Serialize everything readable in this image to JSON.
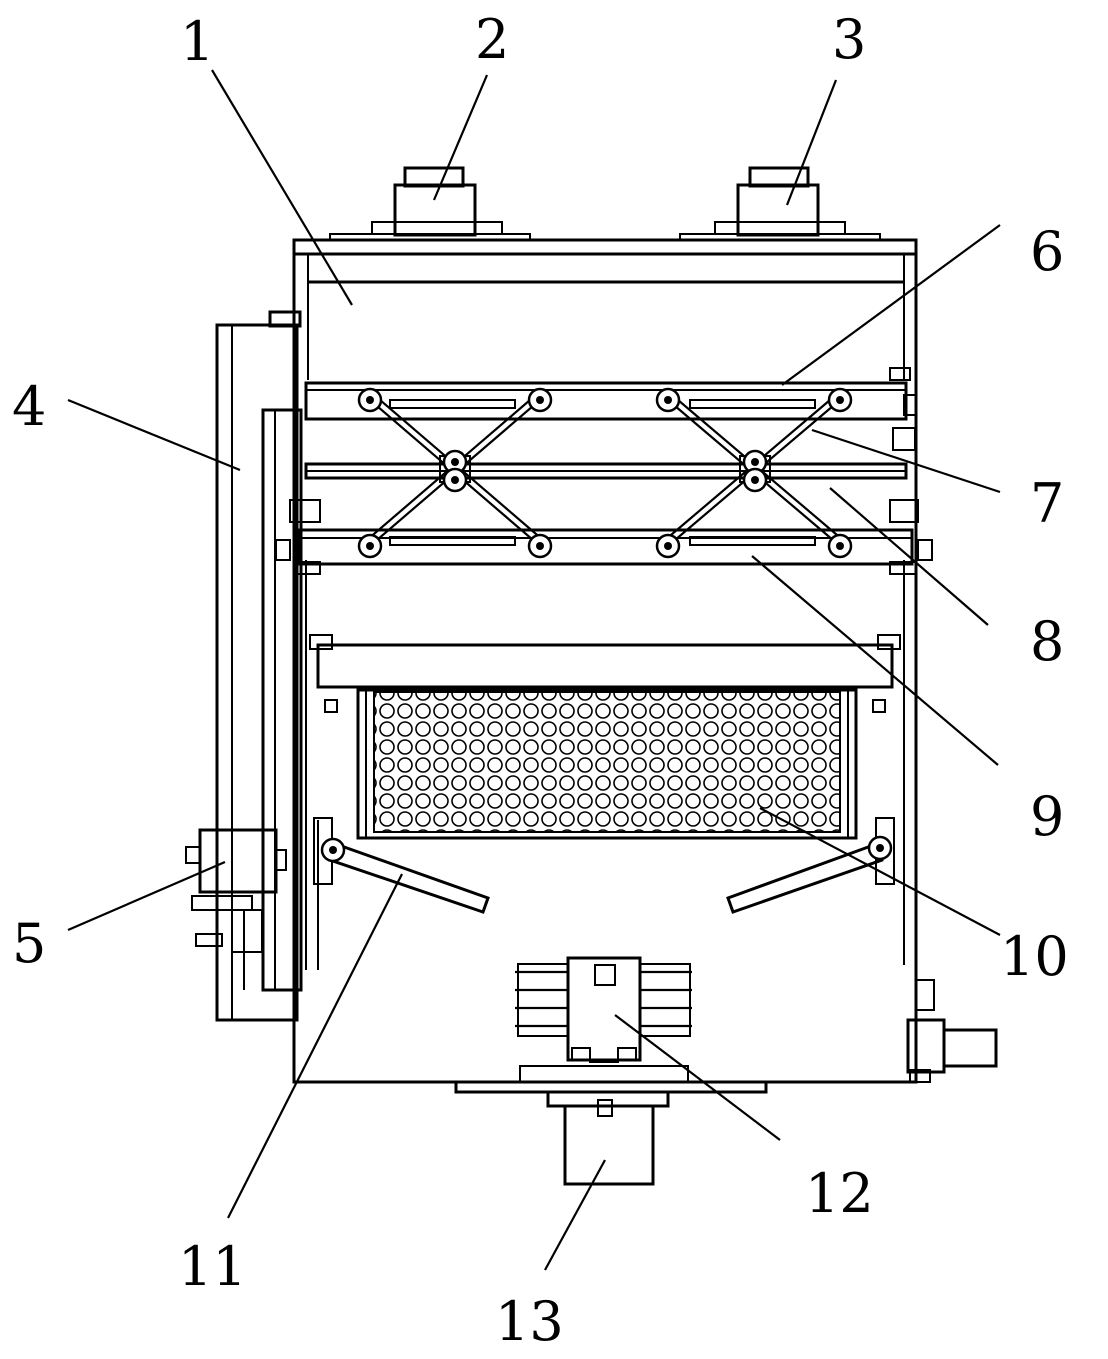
{
  "labels": [
    "1",
    "2",
    "3",
    "4",
    "5",
    "6",
    "7",
    "8",
    "9",
    "10",
    "11",
    "12",
    "13"
  ],
  "colors": {
    "line": "#000000",
    "background": "#ffffff"
  }
}
